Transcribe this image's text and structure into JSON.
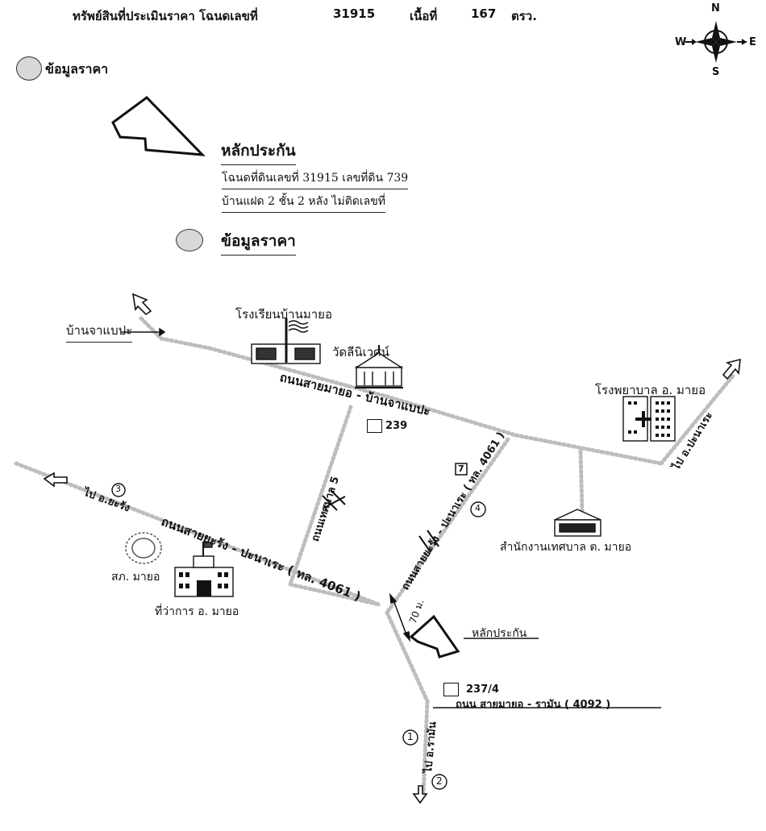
{
  "header": {
    "label": "ทรัพย์สินที่ประเมินราคา โฉนดเลขที่",
    "deed_no": "31915",
    "area_label": "เนื้อที่",
    "area_value": "167",
    "area_unit": "ตรว."
  },
  "compass": {
    "n": "N",
    "s": "S",
    "e": "E",
    "w": "W"
  },
  "legend": {
    "price_info_top": "ข้อมูลราคา",
    "collateral_title": "หลักประกัน",
    "collateral_line1": "โฉนดที่ดินเลขที่ 31915 เลขที่ดิน 739",
    "collateral_line2": "บ้านแฝด 2 ชั้น 2 หลัง ไม่ติดเลขที่",
    "price_info": "ข้อมูลราคา"
  },
  "map": {
    "ban_ja_be_pa": "บ้านจาแบปะ",
    "school": "โรงเรียนบ้านมายอ",
    "temple": "วัดลีนิเวศน์",
    "road_mayo_jabepa": "ถนนสายมายอ - บ้านจาแบปะ",
    "hospital": "โรงพยาบาล อ. มายอ",
    "to_panare_right": "ไป อ.ปะนาเระ",
    "house_239": "239",
    "to_yarang": "ไป อ.ยะรัง",
    "marker_3": "3",
    "road_yarang_panare": "ถนนสายยะรัง - ปะนาเระ ( ทล. 4061 )",
    "road_tesaban5": "ถนนเทศบาล 5",
    "road_panare_4061": "ถนนสายยะรัง - ปะนาเระ ( ทล. 4061 )",
    "marker_4": "4",
    "seven_eleven": "7",
    "municipal_office": "สำนักงานเทศบาล ต. มายอ",
    "police": "สภ. มายอ",
    "district_office": "ที่ว่าการ อ. มายอ",
    "distance": "70 ม.",
    "collateral_label": "หลักประกัน",
    "house_237_4": "237/4",
    "road_mayo_raman": "ถนน สายมายอ - รามัน ( 4092 )",
    "marker_1": "1",
    "to_raman": "ไป อ.รามัน",
    "marker_2": "2"
  }
}
